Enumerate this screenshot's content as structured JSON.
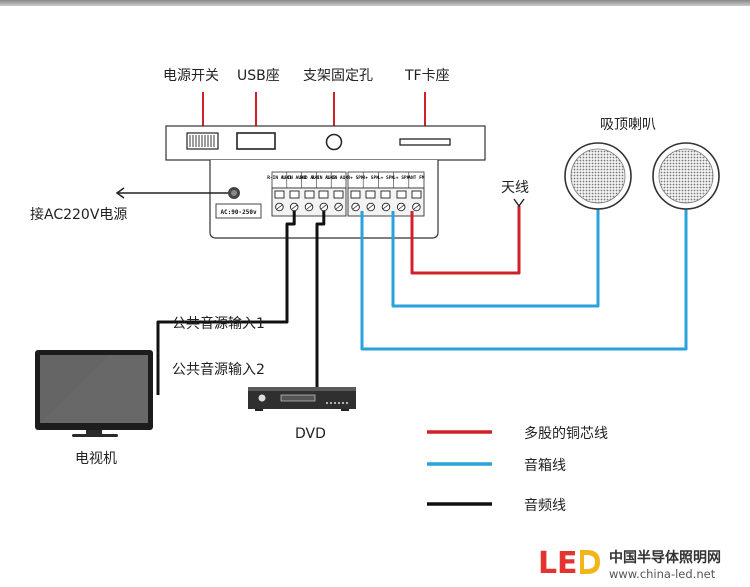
{
  "labels": {
    "power_switch": "电源开关",
    "usb": "USB座",
    "mount_hole": "支架固定孔",
    "tf": "TF卡座",
    "ceiling_speakers": "吸顶喇叭",
    "antenna": "天线",
    "ac_input": "接AC220V电源",
    "audio_in_1": "公共音源输入1",
    "audio_in_2": "公共音源输入2",
    "dvd": "DVD",
    "tv": "电视机",
    "ac_plate": "AC:90-250v"
  },
  "terminals": {
    "group1": [
      "R-IN AUX1",
      "L-IN AUX1",
      "GND AUX",
      "R-IN AUX2",
      "L-IN AUX2"
    ],
    "group2": [
      "R+ SPK",
      "R+ SPK",
      "L+ SPK",
      "L+ SPK",
      "ANT FM"
    ]
  },
  "legend": [
    {
      "label": "多股的铜芯线",
      "color": "#d0202a"
    },
    {
      "label": "音箱线",
      "color": "#2aa2dc"
    },
    {
      "label": "音频线",
      "color": "#111111"
    }
  ],
  "watermark": {
    "logo": "LED",
    "cn": "中国半导体照明网",
    "url": "www.china-led.net"
  }
}
